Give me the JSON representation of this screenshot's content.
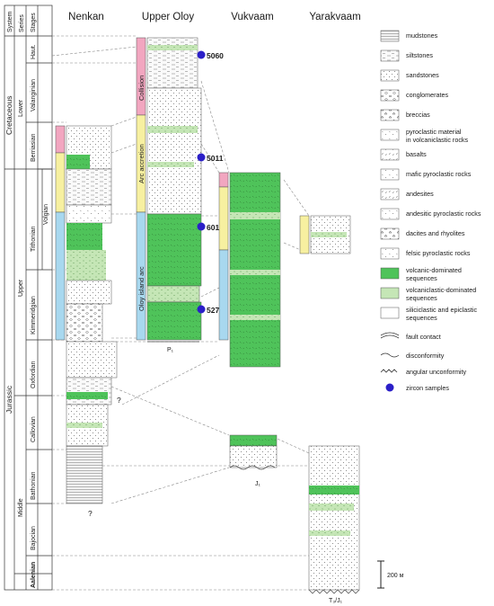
{
  "scale": {
    "headers": [
      "System",
      "Series",
      "Stages"
    ],
    "systems": [
      "Cretaceous",
      "Jurassic"
    ],
    "series": [
      "Lower",
      "Upper",
      "Middle"
    ],
    "stages": [
      "Haut.",
      "Valanginian",
      "Berriasian",
      "Volgian",
      "Tithonian",
      "Kimmeridgian",
      "Oxfordian",
      "Callovian",
      "Bathonian",
      "Bajocian",
      "Aalenian"
    ]
  },
  "sections": [
    "Nenkan",
    "Upper Oloy",
    "Vukvaam",
    "Yarakvaam"
  ],
  "tectonic": [
    "Collision",
    "Arc accretion",
    "Oloy island arc"
  ],
  "samples": [
    "5060",
    "5011",
    "6016",
    "5270"
  ],
  "nenkan": {
    "q1": "?",
    "q2": "?"
  },
  "upper_oloy": {
    "base": "P₁"
  },
  "vukvaam": {
    "base": "J₁"
  },
  "yarakvaam": {
    "base": "T₃/J₁"
  },
  "scale_bar": "200 м",
  "legend": [
    "mudstones",
    "siltstones",
    "sandstones",
    "conglomerates",
    "breccias",
    "pyroclastic material",
    "in volcaniclastic rocks",
    "basalts",
    "mafic pyroclastic rocks",
    "andesites",
    "andesitic pyroclastic rocks",
    "dacites and rhyolites",
    "felsic pyroclastic rocks",
    "volcanic-dominated",
    "sequences",
    "volcaniclastic-dominated",
    "sequences",
    "siliciclastic and epiclastic",
    "sequences",
    "fault contact",
    "disconformity",
    "angular unconformity",
    "zircon samples"
  ],
  "colors": {
    "collision": "#f2a6c0",
    "arc_accretion": "#f7f0a0",
    "island_arc": "#a8d8ef",
    "volcanic_dominated": "#4fc35a",
    "volcaniclastic_dominated": "#c5e6b6",
    "zircon": "#2b1fc8"
  }
}
